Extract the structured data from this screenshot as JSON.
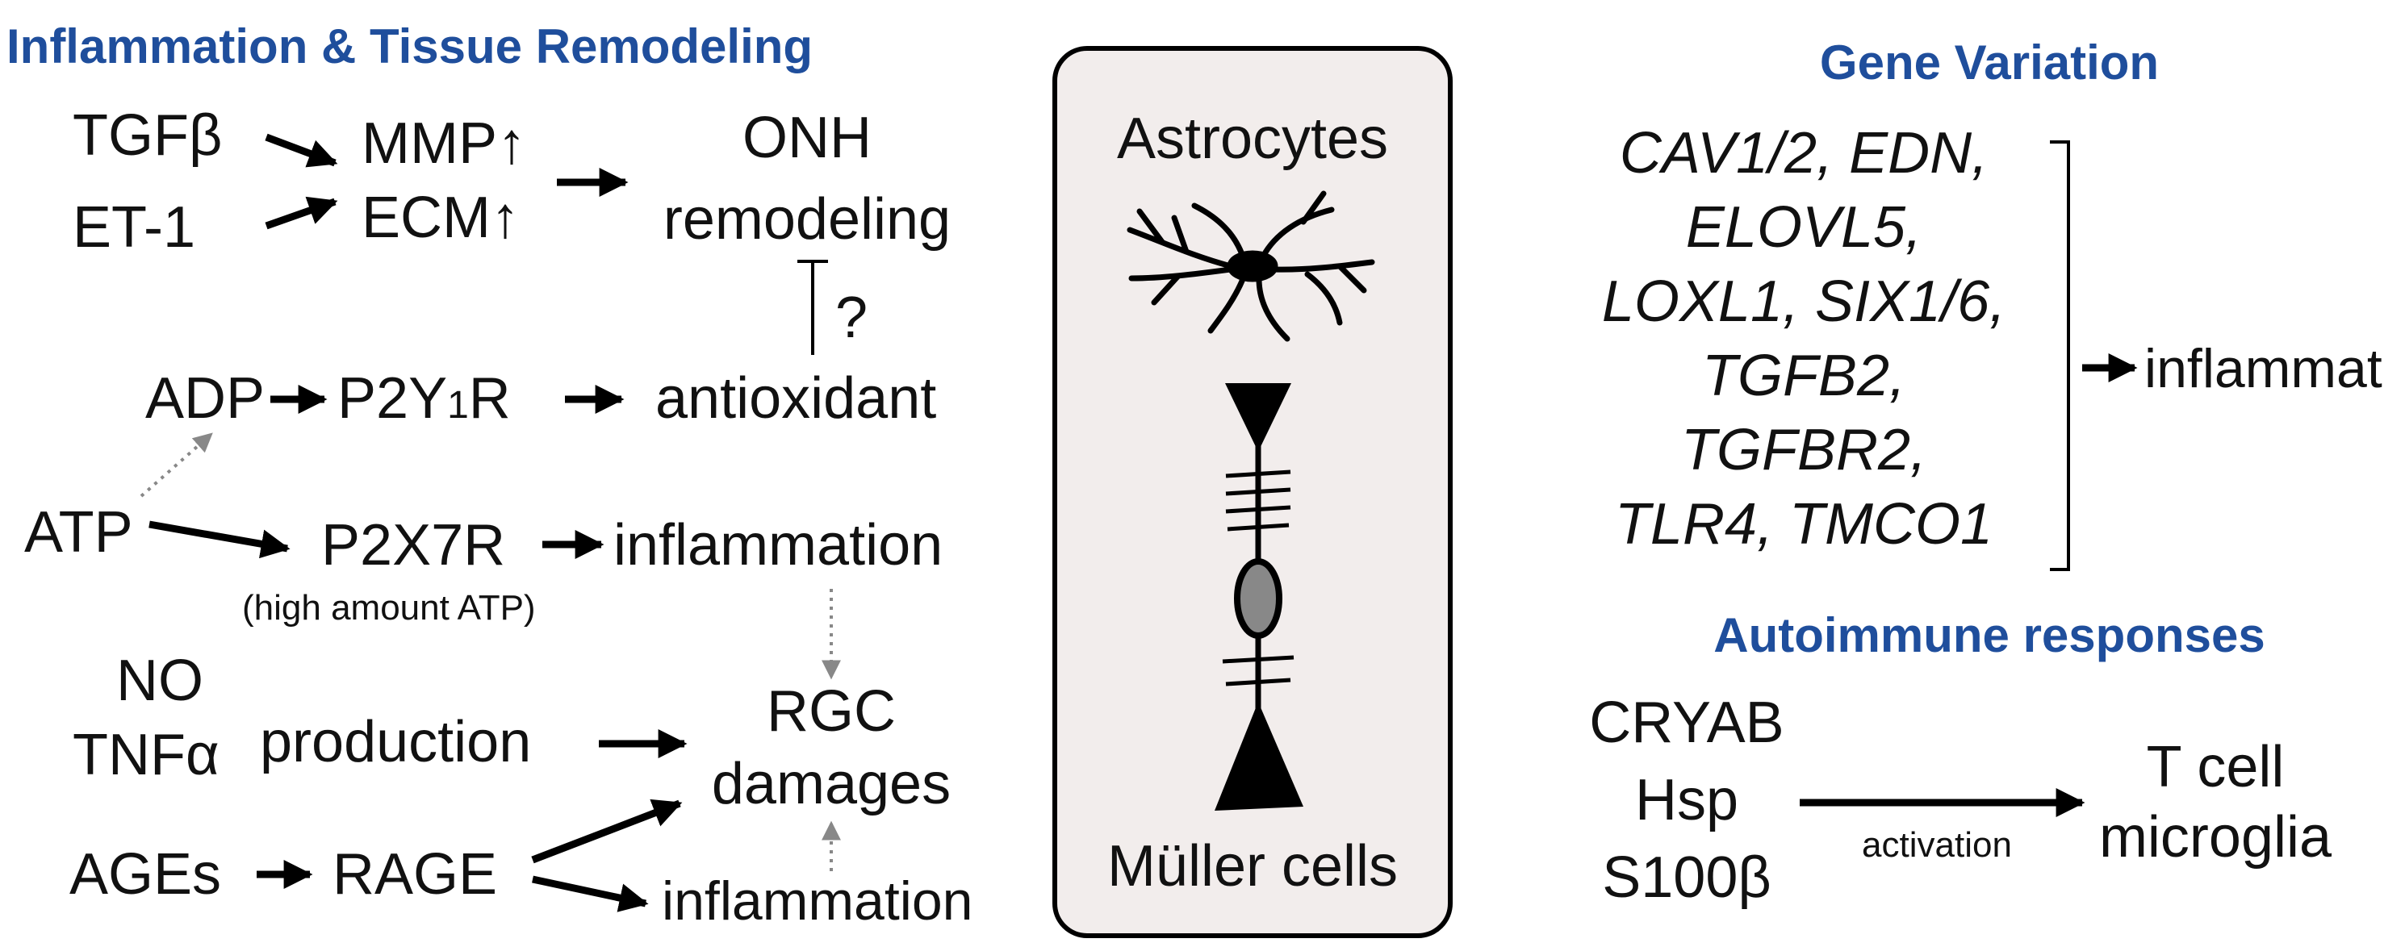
{
  "headings": {
    "inflammation_remodeling": "Inflammation & Tissue Remodeling",
    "gene_variation": "Gene Variation",
    "autoimmune": "Autoimmune responses"
  },
  "nodes": {
    "tgfb": "TGFβ",
    "et1": "ET-1",
    "mmp": "MMP↑",
    "ecm": "ECM↑",
    "onh_1": "ONH",
    "onh_2": "remodeling",
    "question": "?",
    "adp": "ADP",
    "p2y1r_main": "P2Y",
    "p2y1r_sub": "1",
    "p2y1r_tail": "R",
    "antioxidant": "antioxidant",
    "atp": "ATP",
    "p2x7r": "P2X7R",
    "inflammation_1": "inflammation",
    "high_atp": "(high amount ATP)",
    "no": "NO",
    "tnfa": "TNFα",
    "production": "production",
    "rgc_1": "RGC",
    "rgc_2": "damages",
    "ages": "AGEs",
    "rage": "RAGE",
    "inflammation_2": "inflammation"
  },
  "cells": {
    "astrocytes": "Astrocytes",
    "muller": "Müller cells"
  },
  "genes": [
    "CAV1/2, EDN,",
    "ELOVL5,",
    "LOXL1, SIX1/6,",
    "TGFB2,",
    "TGFBR2,",
    "TLR4, TMCO1"
  ],
  "gene_outcome": "inflammation",
  "autoimmune": {
    "antigens": [
      "CRYAB",
      "Hsp",
      "S100β"
    ],
    "edge_label": "activation",
    "targets": [
      "T cell",
      "microglia"
    ]
  },
  "colors": {
    "heading": "#1f4e9c",
    "text": "#111111",
    "cell_box_fill": "#f2edec",
    "dotted_arrow": "#888888"
  }
}
